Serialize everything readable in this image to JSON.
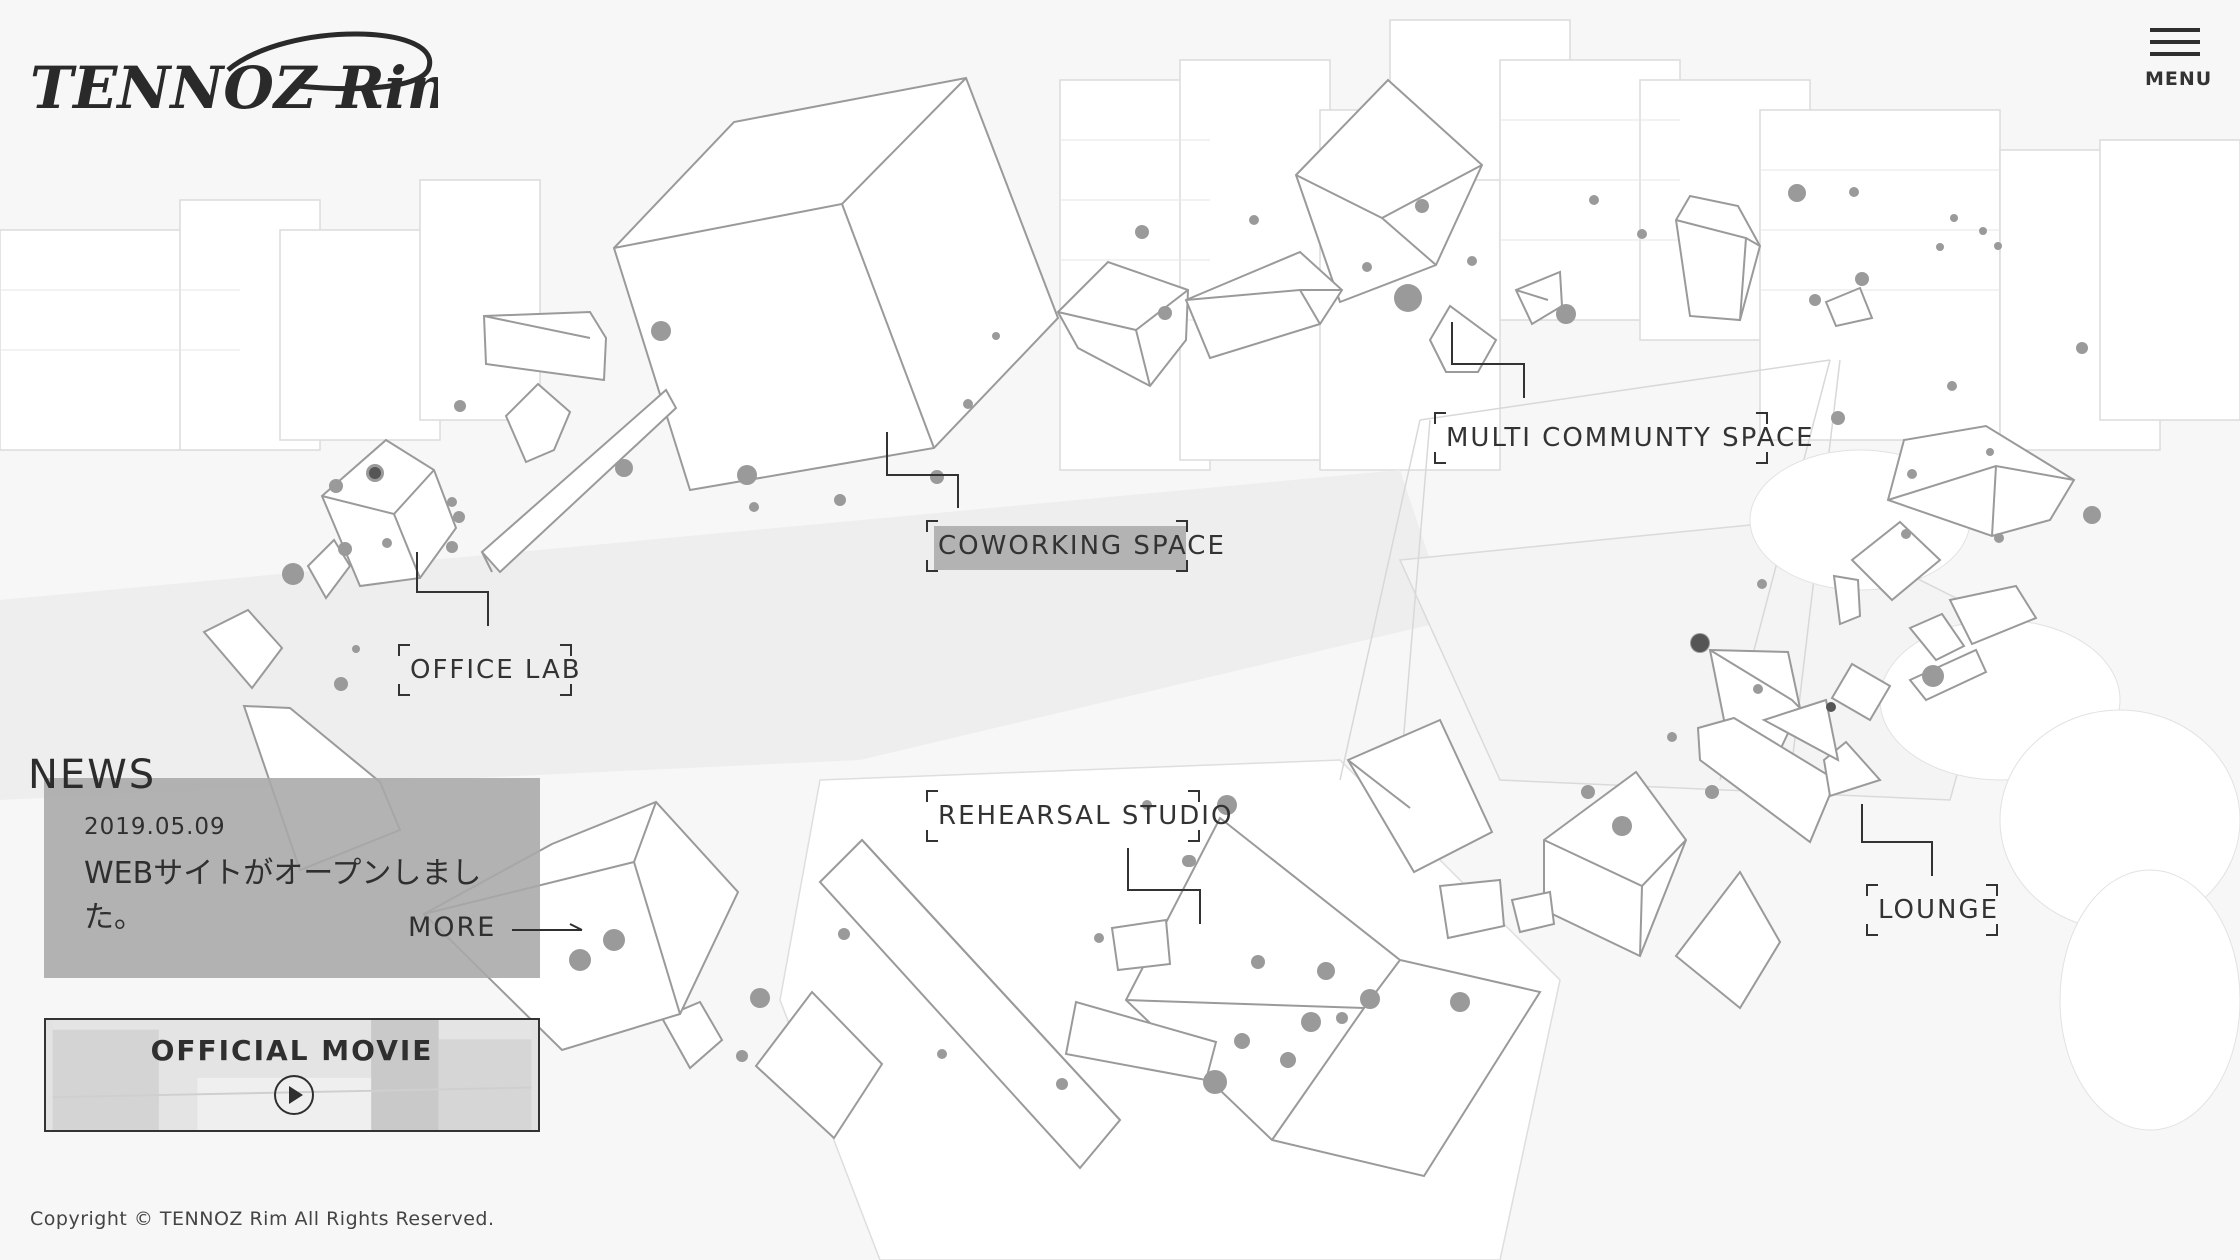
{
  "header": {
    "logo_text": "TENNOZ Rim",
    "menu_label": "MENU"
  },
  "hotspots": {
    "coworking": "COWORKING SPACE",
    "multi": "MULTI COMMUNTY SPACE",
    "office": "OFFICE LAB",
    "rehearsal": "REHEARSAL STUDIO",
    "lounge": "LOUNGE"
  },
  "news": {
    "title": "NEWS",
    "date": "2019.05.09",
    "text": "WEBサイトがオープンしました。",
    "more_label": "MORE"
  },
  "movie": {
    "label": "OFFICIAL MOVIE"
  },
  "footer": {
    "copyright": "Copyright © TENNOZ Rim All Rights Reserved."
  },
  "icons": [
    "hamburger-icon",
    "arrow-right-icon",
    "play-icon"
  ],
  "colors": {
    "background": "#f7f7f7",
    "line": "#9a9a9a",
    "text": "#333333",
    "active_highlight": "#b3b3b3",
    "news_panel": "#a8a8a8"
  }
}
